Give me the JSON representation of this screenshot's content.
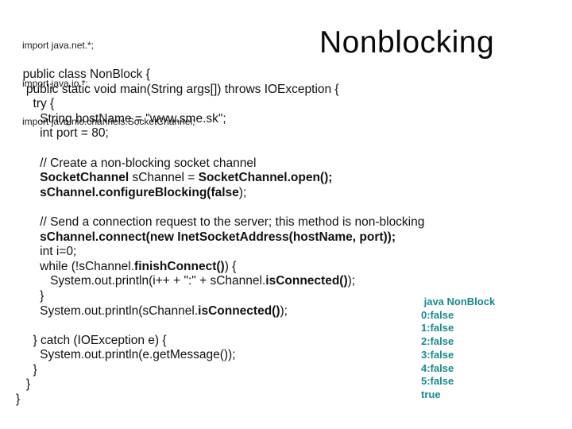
{
  "slide": {
    "title": "Nonblocking",
    "imports": [
      "import java.net.*;",
      "import java.io.*;",
      "import java.nio.channels.SocketChannel;"
    ],
    "code": {
      "lines": [
        {
          "segments": [
            {
              "text": "  public class NonBlock {",
              "bold": false
            }
          ]
        },
        {
          "segments": [
            {
              "text": "   public static void main(String args[]) throws IOException {",
              "bold": false
            }
          ]
        },
        {
          "segments": [
            {
              "text": "     try {",
              "bold": false
            }
          ]
        },
        {
          "segments": [
            {
              "text": "       String hostName = \"www.sme.sk\";",
              "bold": false
            }
          ]
        },
        {
          "segments": [
            {
              "text": "       int port = 80;",
              "bold": false
            }
          ]
        },
        {
          "segments": []
        },
        {
          "segments": [
            {
              "text": "       // Create a non-blocking socket channel",
              "bold": false
            }
          ]
        },
        {
          "segments": [
            {
              "text": "       ",
              "bold": false
            },
            {
              "text": "SocketChannel",
              "bold": true
            },
            {
              "text": " sChannel = ",
              "bold": false
            },
            {
              "text": "SocketChannel.open();",
              "bold": true
            }
          ]
        },
        {
          "segments": [
            {
              "text": "       ",
              "bold": false
            },
            {
              "text": "sChannel.configureBlocking(false",
              "bold": true
            },
            {
              "text": ");",
              "bold": false
            }
          ]
        },
        {
          "segments": []
        },
        {
          "segments": [
            {
              "text": "       // Send a connection request to the server; this method is non-blocking",
              "bold": false
            }
          ]
        },
        {
          "segments": [
            {
              "text": "       ",
              "bold": false
            },
            {
              "text": "sChannel.connect(new InetSocketAddress(hostName, port));",
              "bold": true
            }
          ]
        },
        {
          "segments": [
            {
              "text": "       int i=0;",
              "bold": false
            }
          ]
        },
        {
          "segments": [
            {
              "text": "       while (!sChannel.",
              "bold": false
            },
            {
              "text": "finishConnect()",
              "bold": true
            },
            {
              "text": ") {",
              "bold": false
            }
          ]
        },
        {
          "segments": [
            {
              "text": "          System.out.println(i++ + \":\" + sChannel.",
              "bold": false
            },
            {
              "text": "isConnected()",
              "bold": true
            },
            {
              "text": ");",
              "bold": false
            }
          ]
        },
        {
          "segments": [
            {
              "text": "       }",
              "bold": false
            }
          ]
        },
        {
          "segments": [
            {
              "text": "       System.out.println(sChannel.",
              "bold": false
            },
            {
              "text": "isConnected()",
              "bold": true
            },
            {
              "text": ");",
              "bold": false
            }
          ]
        },
        {
          "segments": []
        },
        {
          "segments": [
            {
              "text": "     } catch (IOException e) {",
              "bold": false
            }
          ]
        },
        {
          "segments": [
            {
              "text": "       System.out.println(e.getMessage());",
              "bold": false
            }
          ]
        },
        {
          "segments": [
            {
              "text": "     }",
              "bold": false
            }
          ]
        },
        {
          "segments": [
            {
              "text": "   }",
              "bold": false
            }
          ]
        },
        {
          "segments": [
            {
              "text": "}",
              "bold": false
            }
          ]
        }
      ]
    },
    "output": {
      "color": "#178a8e",
      "lines": [
        " java NonBlock",
        "0:false",
        "1:false",
        "2:false",
        "3:false",
        "4:false",
        "5:false",
        "true"
      ]
    }
  }
}
